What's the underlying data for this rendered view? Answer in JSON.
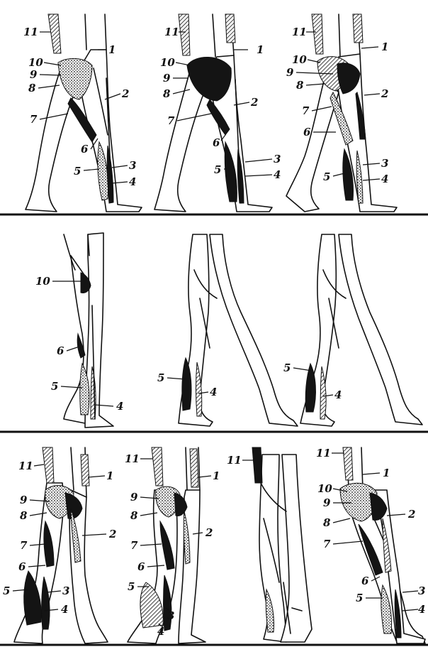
{
  "labels": [
    "1",
    "2",
    "3",
    "4",
    "5",
    "6",
    "7",
    "8",
    "9",
    "10",
    "11"
  ],
  "panels": [
    {
      "id": "r1c1",
      "labels": [
        "11",
        "1",
        "10",
        "9",
        "8",
        "2",
        "7",
        "6",
        "5",
        "3",
        "4"
      ]
    },
    {
      "id": "r1c2",
      "labels": [
        "11",
        "1",
        "10",
        "9",
        "8",
        "2",
        "7",
        "6",
        "5",
        "3",
        "4"
      ]
    },
    {
      "id": "r1c3",
      "labels": [
        "11",
        "1",
        "10",
        "9",
        "8",
        "2",
        "7",
        "6",
        "5",
        "3",
        "4"
      ]
    },
    {
      "id": "r2c1",
      "labels": [
        "10",
        "6",
        "5",
        "4"
      ]
    },
    {
      "id": "r2c2",
      "labels": [
        "5",
        "4"
      ]
    },
    {
      "id": "r2c3",
      "labels": [
        "5",
        "4"
      ]
    },
    {
      "id": "r3c1",
      "labels": [
        "11",
        "1",
        "9",
        "8",
        "2",
        "7",
        "6",
        "5",
        "3",
        "4"
      ]
    },
    {
      "id": "r3c2",
      "labels": [
        "11",
        "1",
        "9",
        "8",
        "2",
        "7",
        "6",
        "5",
        "3",
        "4"
      ]
    },
    {
      "id": "r3c3",
      "labels": [
        "11"
      ]
    },
    {
      "id": "r3c4",
      "labels": [
        "11",
        "1",
        "10",
        "9",
        "8",
        "2",
        "7",
        "6",
        "5",
        "3",
        "4"
      ]
    }
  ],
  "fill_styles": {
    "black": "#141414",
    "stipple": "dots",
    "hatch": "diagonal"
  }
}
